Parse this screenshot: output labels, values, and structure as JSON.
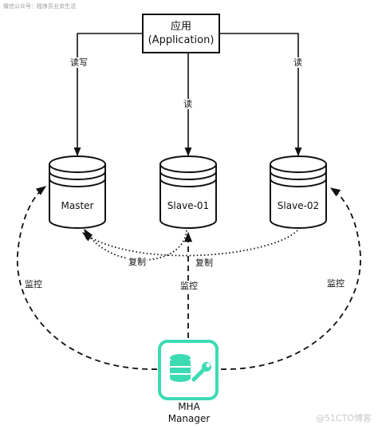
{
  "watermark_top": "微信公众号：程序员业余生活",
  "watermark_bottom": "@51CTO博客",
  "application": {
    "line1": "应用",
    "line2": "(Application)"
  },
  "databases": {
    "master": "Master",
    "slave1": "Slave-01",
    "slave2": "Slave-02"
  },
  "edges": {
    "app_master": "读写",
    "app_slave1": "读",
    "app_slave2": "读",
    "replicate_1": "复制",
    "replicate_2": "复制",
    "monitor_master": "监控",
    "monitor_slave1": "监控",
    "monitor_slave2": "监控"
  },
  "mha": {
    "line1": "MHA",
    "line2": "Manager"
  },
  "colors": {
    "mha_icon": "#3ddbb4",
    "line": "#111111"
  },
  "icons": {
    "mha": "database-wrench-icon"
  }
}
